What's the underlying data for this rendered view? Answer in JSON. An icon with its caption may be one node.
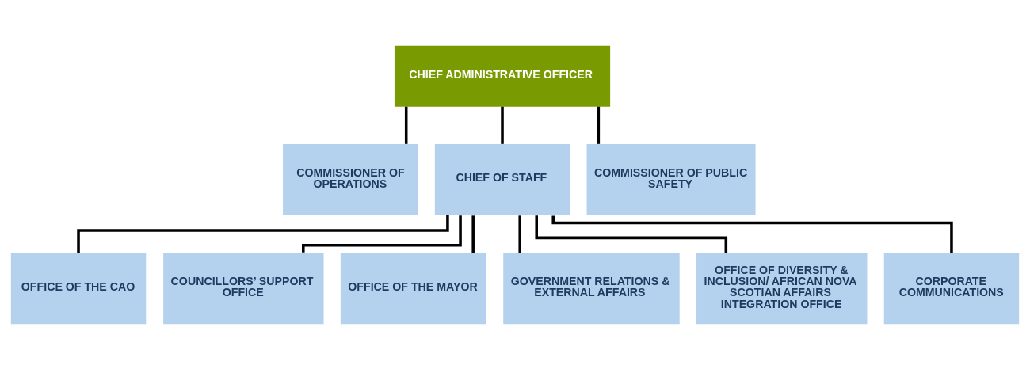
{
  "diagram": {
    "nodes": [
      {
        "text": [
          "CHIEF ADMINISTRATIVE OFFICER"
        ]
      },
      {
        "text": [
          "COMMISSIONER OF OPERATIONS"
        ]
      },
      {
        "text": [
          "CHIEF OF STAFF"
        ]
      },
      {
        "text": [
          "COMMISSIONER OF PUBLIC SAFETY"
        ]
      },
      {
        "text": [
          "OFFICE OF THE CAO"
        ]
      },
      {
        "text": [
          "COUNCILLORS’ SUPPORT OFFICE"
        ]
      },
      {
        "text": [
          "OFFICE OF THE MAYOR"
        ]
      },
      {
        "text": [
          "GOVERNMENT RELATIONS & EXTERNAL AFFAIRS"
        ]
      },
      {
        "text": [
          "OFFICE OF DIVERSITY & INCLUSION/ AFRICAN NOVA SCOTIAN AFFAIRS INTEGRATION OFFICE"
        ]
      },
      {
        "text": [
          "CORPORATE COMMUNICATIONS"
        ]
      }
    ],
    "edges": [
      {
        "from": 0,
        "to": 1,
        "arrow": "none"
      },
      {
        "from": 0,
        "to": 2,
        "arrow": "none"
      },
      {
        "from": 0,
        "to": 3,
        "arrow": "none"
      },
      {
        "from": 2,
        "to": 4,
        "arrow": "none"
      },
      {
        "from": 2,
        "to": 5,
        "arrow": "none"
      },
      {
        "from": 2,
        "to": 6,
        "arrow": "none"
      },
      {
        "from": 2,
        "to": 7,
        "arrow": "none"
      },
      {
        "from": 2,
        "to": 8,
        "arrow": "none"
      },
      {
        "from": 2,
        "to": 9,
        "arrow": "none"
      }
    ]
  }
}
